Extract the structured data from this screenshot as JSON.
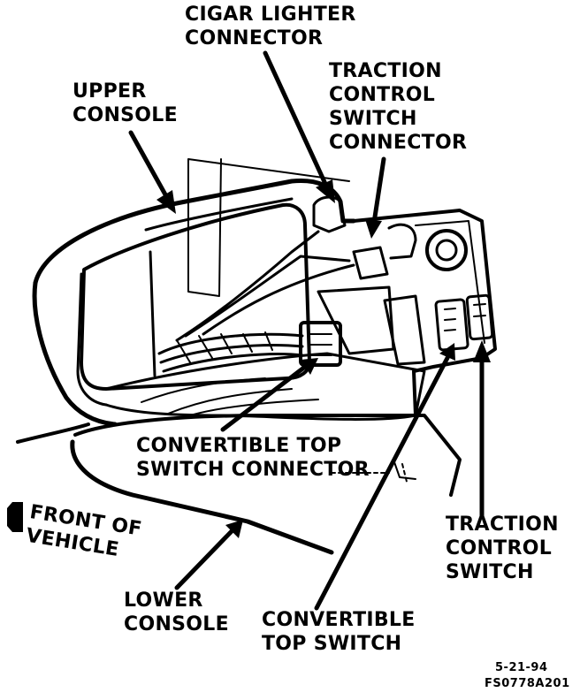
{
  "labels": {
    "cigar_lighter_connector": [
      "CIGAR LIGHTER",
      "CONNECTOR"
    ],
    "upper_console": [
      "UPPER",
      "CONSOLE"
    ],
    "traction_control_switch_connector": [
      "TRACTION",
      "CONTROL",
      "SWITCH",
      "CONNECTOR"
    ],
    "convertible_top_switch_connector": [
      "CONVERTIBLE TOP",
      "SWITCH CONNECTOR"
    ],
    "front_of_vehicle": [
      "FRONT OF",
      "VEHICLE"
    ],
    "traction_control_switch": [
      "TRACTION",
      "CONTROL",
      "SWITCH"
    ],
    "lower_console": [
      "LOWER",
      "CONSOLE"
    ],
    "convertible_top_switch": [
      "CONVERTIBLE",
      "TOP SWITCH"
    ]
  },
  "footer": {
    "date": "5-21-94",
    "figure_id": "FS0778A201"
  }
}
